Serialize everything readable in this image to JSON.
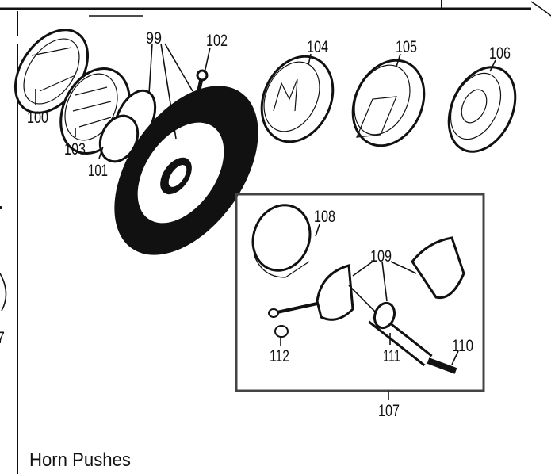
{
  "diagram": {
    "title": "Horn Pushes",
    "part_labels": {
      "p99": "99",
      "p100": "100",
      "p101": "101",
      "p102": "102",
      "p103": "103",
      "p104": "104",
      "p105": "105",
      "p106": "106",
      "p107": "107",
      "p108": "108",
      "p109": "109",
      "p110": "110",
      "p111": "111",
      "p112": "112",
      "edge_fragment": "7"
    }
  }
}
